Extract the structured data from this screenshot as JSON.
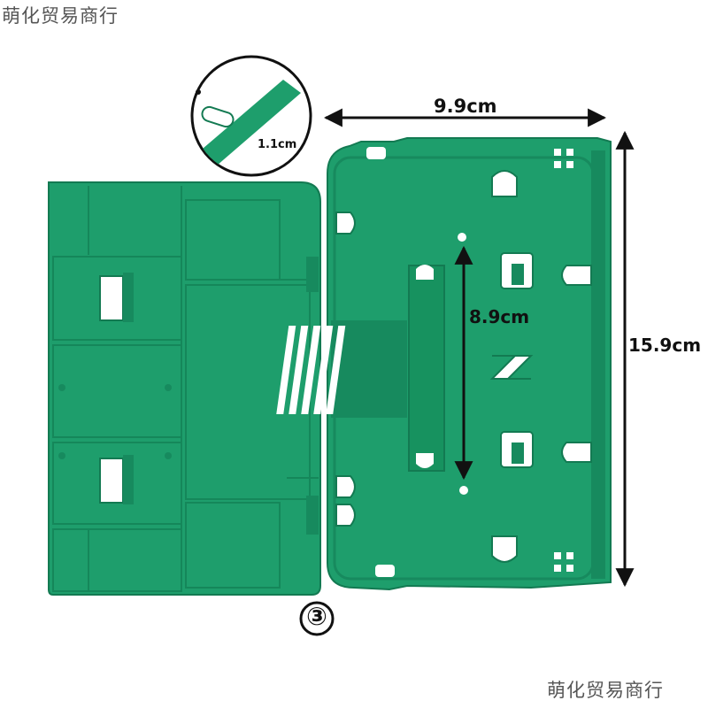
{
  "watermark": {
    "top_left": "萌化贸易商行",
    "bottom_right": "萌化贸易商行"
  },
  "dimensions": {
    "width_label": "9.9cm",
    "height_label": "15.9cm",
    "inner_label": "8.9cm",
    "detail_label": "1.1cm"
  },
  "product": {
    "variant_badge": "③"
  },
  "colors": {
    "tray_green": "#1e9e6c",
    "tray_edge": "#137a52",
    "arrow": "#111111"
  }
}
